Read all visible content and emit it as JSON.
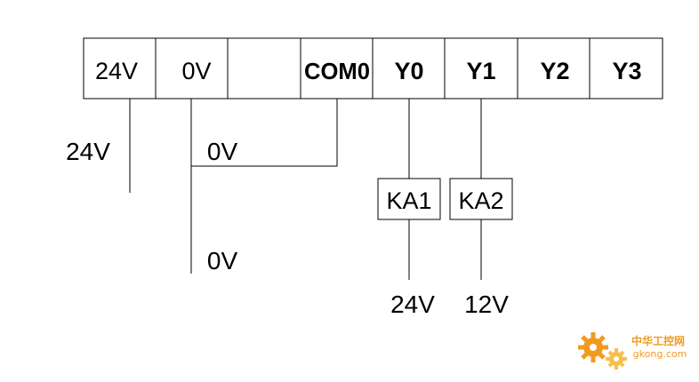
{
  "terminal_strip": {
    "cells": [
      {
        "id": "24v",
        "label": "24V"
      },
      {
        "id": "0v",
        "label": "0V"
      },
      {
        "id": "empty",
        "label": ""
      },
      {
        "id": "com0",
        "label": "COM0"
      },
      {
        "id": "y0",
        "label": "Y0"
      },
      {
        "id": "y1",
        "label": "Y1"
      },
      {
        "id": "y2",
        "label": "Y2"
      },
      {
        "id": "y3",
        "label": "Y3"
      }
    ]
  },
  "wire_labels": {
    "supply_24v": "24V",
    "com_0v": "0V",
    "ground_0v": "0V",
    "ka1_supply": "24V",
    "ka2_supply": "12V"
  },
  "relays": {
    "ka1": "KA1",
    "ka2": "KA2"
  },
  "watermark": {
    "title": "中华工控网",
    "url": "gkong.com",
    "colors": {
      "primary": "#f39a1e",
      "secondary": "#f7c04a"
    }
  }
}
